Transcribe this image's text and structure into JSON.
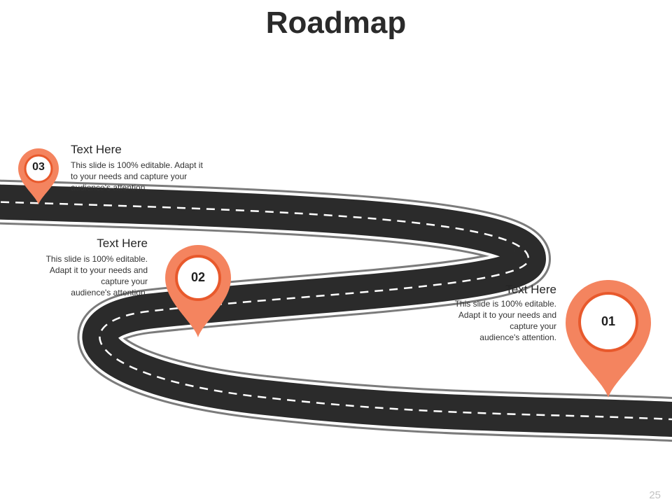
{
  "slide": {
    "title": "Roadmap",
    "page_number": "25",
    "accent_color": "#F4845F",
    "ring_color": "#E8592C",
    "road_color": "#2B2B2B"
  },
  "milestones": [
    {
      "number": "01",
      "heading": "Text Here",
      "body_lines": [
        "This slide is 100% editable.",
        "Adapt it to your needs and",
        "capture your",
        "audience's attention."
      ],
      "icon": "map-pin-icon"
    },
    {
      "number": "02",
      "heading": "Text Here",
      "body_lines": [
        "This slide is 100% editable.",
        "Adapt it to your needs and",
        "capture your",
        "audience's attention."
      ],
      "icon": "map-pin-icon"
    },
    {
      "number": "03",
      "heading": "Text Here",
      "body_lines": [
        "This slide is 100% editable. Adapt it",
        "to your needs and capture your",
        "audience's attention."
      ],
      "icon": "map-pin-icon"
    }
  ]
}
